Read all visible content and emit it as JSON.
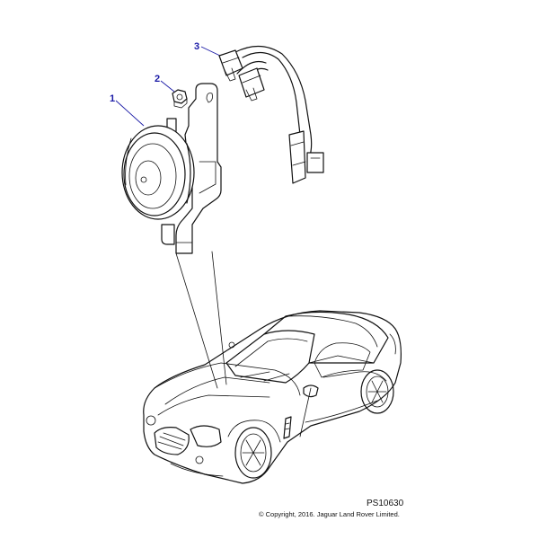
{
  "callouts": {
    "c1": "1",
    "c2": "2",
    "c3": "3"
  },
  "footer": {
    "ref": "PS10630",
    "copyright": "© Copyright, 2016. Jaguar Land Rover Limited."
  },
  "colors": {
    "callout": "#1a1aa6",
    "ink": "#111111"
  }
}
